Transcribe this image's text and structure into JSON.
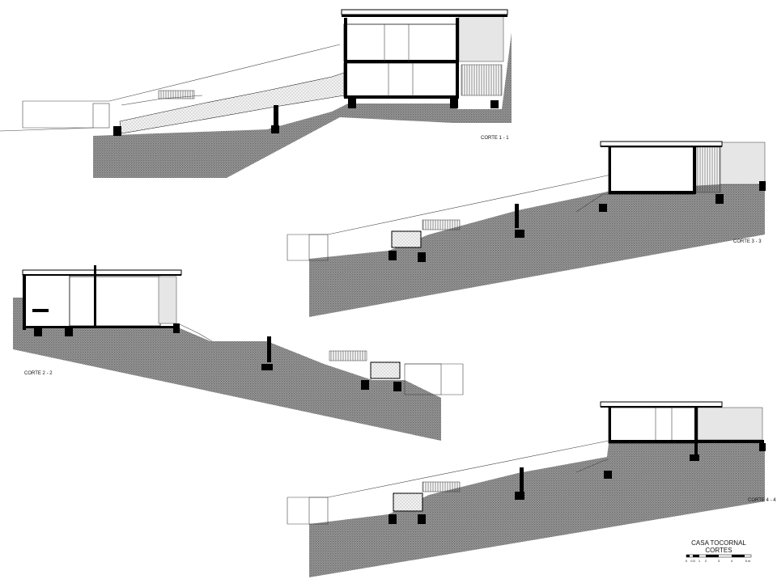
{
  "sections": [
    {
      "id": "1",
      "label": "CORTE 1 - 1"
    },
    {
      "id": "2",
      "label": "CORTE 2 - 2"
    },
    {
      "id": "3",
      "label": "CORTE 3 - 3"
    },
    {
      "id": "4",
      "label": "CORTE 4 - 4"
    }
  ],
  "title_block": {
    "title": "CASA TOCORNAL",
    "subtitle": "CORTES",
    "scale_ticks": [
      "0",
      "0.5",
      "1",
      "2",
      "3",
      "4",
      "5 m"
    ]
  },
  "colors": {
    "ground_dark": "#6e6e6e",
    "ground_light": "#a8a8a8",
    "line": "#000000"
  }
}
